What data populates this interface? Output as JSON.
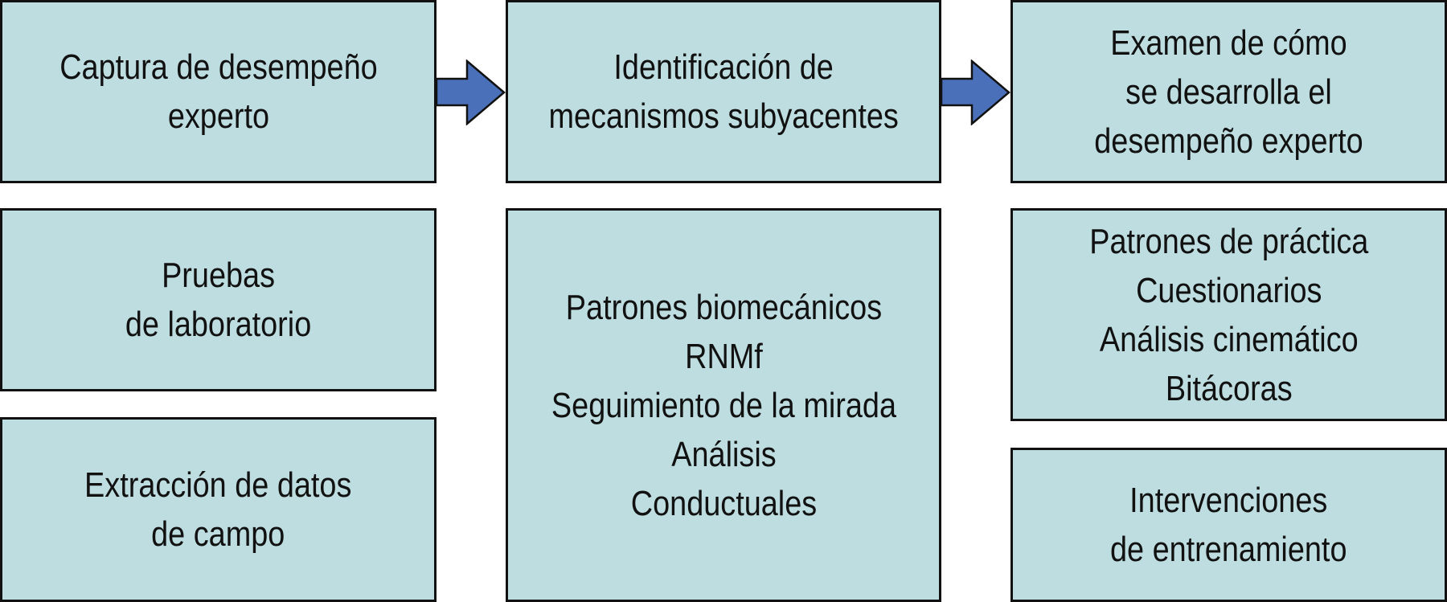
{
  "colors": {
    "box_fill": "#bedde0",
    "box_border": "#111111",
    "arrow_fill": "#4a70b9",
    "text": "#111111"
  },
  "columns": [
    {
      "header": {
        "lines": [
          "Captura de desempeño",
          "experto"
        ]
      },
      "items": [
        {
          "lines": [
            "Pruebas",
            "de laboratorio"
          ]
        },
        {
          "lines": [
            "Extracción de datos",
            "de campo"
          ]
        }
      ]
    },
    {
      "header": {
        "lines": [
          "Identificación de",
          "mecanismos subyacentes"
        ]
      },
      "items": [
        {
          "lines": [
            "Patrones biomecánicos",
            "RNMf",
            "Seguimiento de la mirada",
            "Análisis",
            "Conductuales"
          ]
        }
      ]
    },
    {
      "header": {
        "lines": [
          "Examen de cómo",
          "se desarrolla el",
          "desempeño experto"
        ]
      },
      "items": [
        {
          "lines": [
            "Patrones de práctica",
            "Cuestionarios",
            "Análisis cinemático",
            "Bitácoras"
          ]
        },
        {
          "lines": [
            "Intervenciones",
            "de entrenamiento"
          ]
        }
      ]
    }
  ],
  "arrows": [
    {
      "from": "Captura de desempeño experto",
      "to": "Identificación de mecanismos subyacentes",
      "icon": "right-arrow-icon"
    },
    {
      "from": "Identificación de mecanismos subyacentes",
      "to": "Examen de cómo se desarrolla el desempeño experto",
      "icon": "right-arrow-icon"
    }
  ]
}
